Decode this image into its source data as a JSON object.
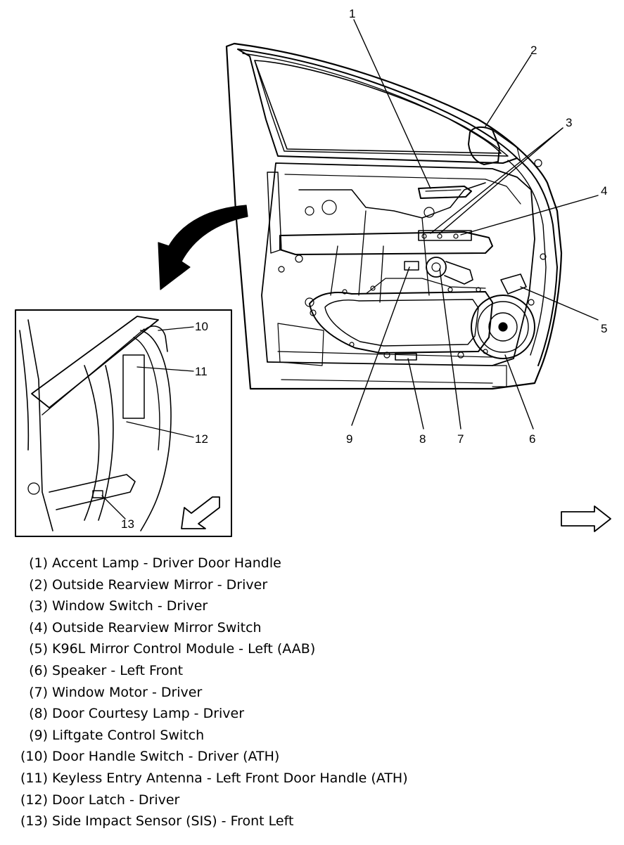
{
  "callouts": [
    "1",
    "2",
    "3",
    "4",
    "5",
    "6",
    "7",
    "8",
    "9",
    "10",
    "11",
    "12",
    "13"
  ],
  "legend": [
    {
      "num": "(1)",
      "text": "Accent Lamp - Driver Door Handle"
    },
    {
      "num": "(2)",
      "text": "Outside Rearview Mirror - Driver"
    },
    {
      "num": "(3)",
      "text": "Window Switch - Driver"
    },
    {
      "num": "(4)",
      "text": "Outside Rearview Mirror Switch"
    },
    {
      "num": "(5)",
      "text": "K96L Mirror Control Module - Left (AAB)"
    },
    {
      "num": "(6)",
      "text": "Speaker - Left Front"
    },
    {
      "num": "(7)",
      "text": "Window Motor - Driver"
    },
    {
      "num": "(8)",
      "text": "Door Courtesy Lamp - Driver"
    },
    {
      "num": "(9)",
      "text": "Liftgate Control Switch"
    },
    {
      "num": "(10)",
      "text": "Door Handle Switch - Driver (ATH)"
    },
    {
      "num": "(11)",
      "text": "Keyless Entry Antenna - Left Front Door Handle (ATH)"
    },
    {
      "num": "(12)",
      "text": "Door Latch - Driver"
    },
    {
      "num": "(13)",
      "text": "Side Impact Sensor (SIS) - Front Left"
    }
  ],
  "icons": {
    "detail_arrow": "curved-arrow-icon",
    "front_arrow": "forward-arrow-icon",
    "inset_arrow": "inset-direction-arrow-icon"
  }
}
